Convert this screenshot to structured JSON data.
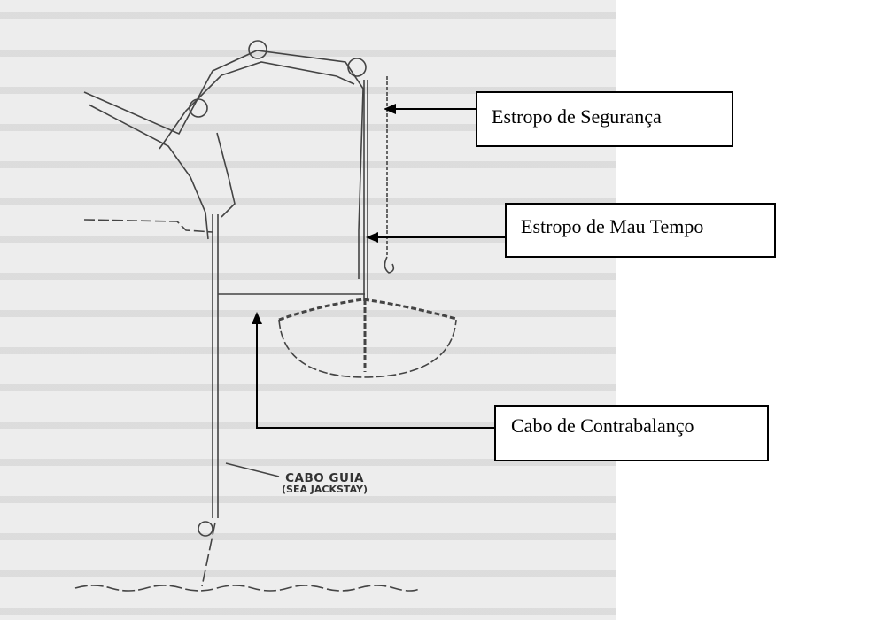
{
  "labels": {
    "safety_sling": "Estropo de Segurança",
    "weather_sling": "Estropo de Mau Tempo",
    "counterbalance_line": "Cabo de Contrabalanço"
  },
  "diagram": {
    "guide_line_label": "CABO GUIA",
    "guide_line_sublabel": "(SEA JACKSTAY)"
  }
}
